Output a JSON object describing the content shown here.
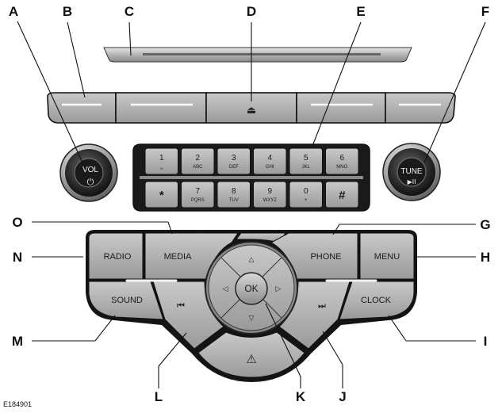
{
  "figure_id": "E184901",
  "callouts": {
    "a": "A",
    "b": "B",
    "c": "C",
    "d": "D",
    "e": "E",
    "f": "F",
    "g": "G",
    "h": "H",
    "i": "I",
    "j": "J",
    "k": "K",
    "l": "L",
    "m": "M",
    "n": "N",
    "o": "O"
  },
  "knobs": {
    "volume": {
      "label": "VOL",
      "symbol": "⏻"
    },
    "tune": {
      "label": "TUNE",
      "symbol": "▶II"
    }
  },
  "eject_symbol": "⏏",
  "keypad": [
    {
      "num": "1",
      "sub": "␣"
    },
    {
      "num": "2",
      "sub": "ABC"
    },
    {
      "num": "3",
      "sub": "DEF"
    },
    {
      "num": "4",
      "sub": "GHI"
    },
    {
      "num": "5",
      "sub": "JKL"
    },
    {
      "num": "6",
      "sub": "MNO"
    },
    {
      "num": "*",
      "sub": ""
    },
    {
      "num": "7",
      "sub": "PQRS"
    },
    {
      "num": "8",
      "sub": "TUV"
    },
    {
      "num": "9",
      "sub": "WXYZ"
    },
    {
      "num": "0",
      "sub": "+"
    },
    {
      "num": "#",
      "sub": ""
    }
  ],
  "buttons": {
    "radio": "RADIO",
    "media": "MEDIA",
    "phone": "PHONE",
    "menu": "MENU",
    "sound": "SOUND",
    "clock": "CLOCK",
    "ok": "OK",
    "seek_back": "⏮",
    "seek_forward": "⏭",
    "hazard": "⚠"
  }
}
